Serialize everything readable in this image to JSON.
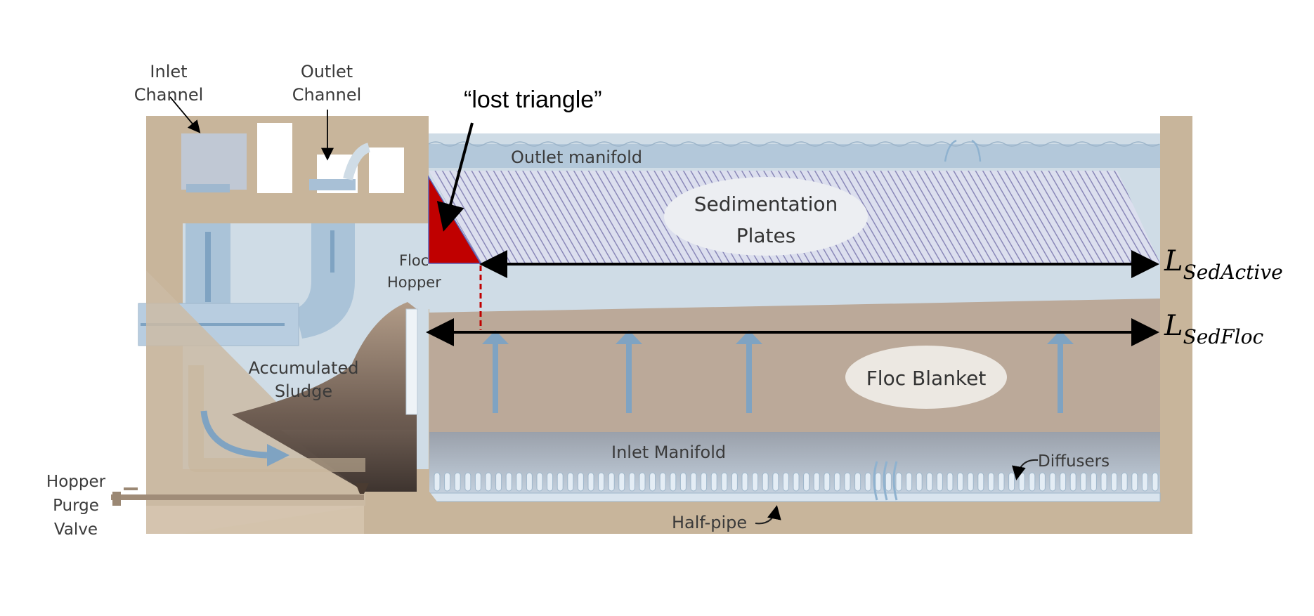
{
  "labels": {
    "inlet_channel_1": "Inlet",
    "inlet_channel_2": "Channel",
    "outlet_channel_1": "Outlet",
    "outlet_channel_2": "Channel",
    "lost_triangle": "“lost triangle”",
    "outlet_manifold": "Outlet manifold",
    "sed_plates_1": "Sedimentation",
    "sed_plates_2": "Plates",
    "floc_hopper_1": "Floc",
    "floc_hopper_2": "Hopper",
    "accumulated_sludge_1": "Accumulated",
    "accumulated_sludge_2": "Sludge",
    "floc_blanket": "Floc Blanket",
    "inlet_manifold": "Inlet Manifold",
    "diffusers": "Diffusers",
    "half_pipe": "Half-pipe",
    "hopper_purge_1": "Hopper",
    "hopper_purge_2": "Purge",
    "hopper_purge_3": "Valve"
  },
  "dimensions": {
    "sed_active_base": "L",
    "sed_active_sub": "SedActive",
    "sed_floc_base": "L",
    "sed_floc_sub": "SedFloc"
  },
  "colors": {
    "concrete": "#c8b59b",
    "water": "#cfdce6",
    "manifold": "#aac3d8",
    "floc": "#bba999",
    "lost_triangle": "#c00000",
    "plates": "#8a88b8",
    "arrow_blue": "#7fa3c2"
  }
}
